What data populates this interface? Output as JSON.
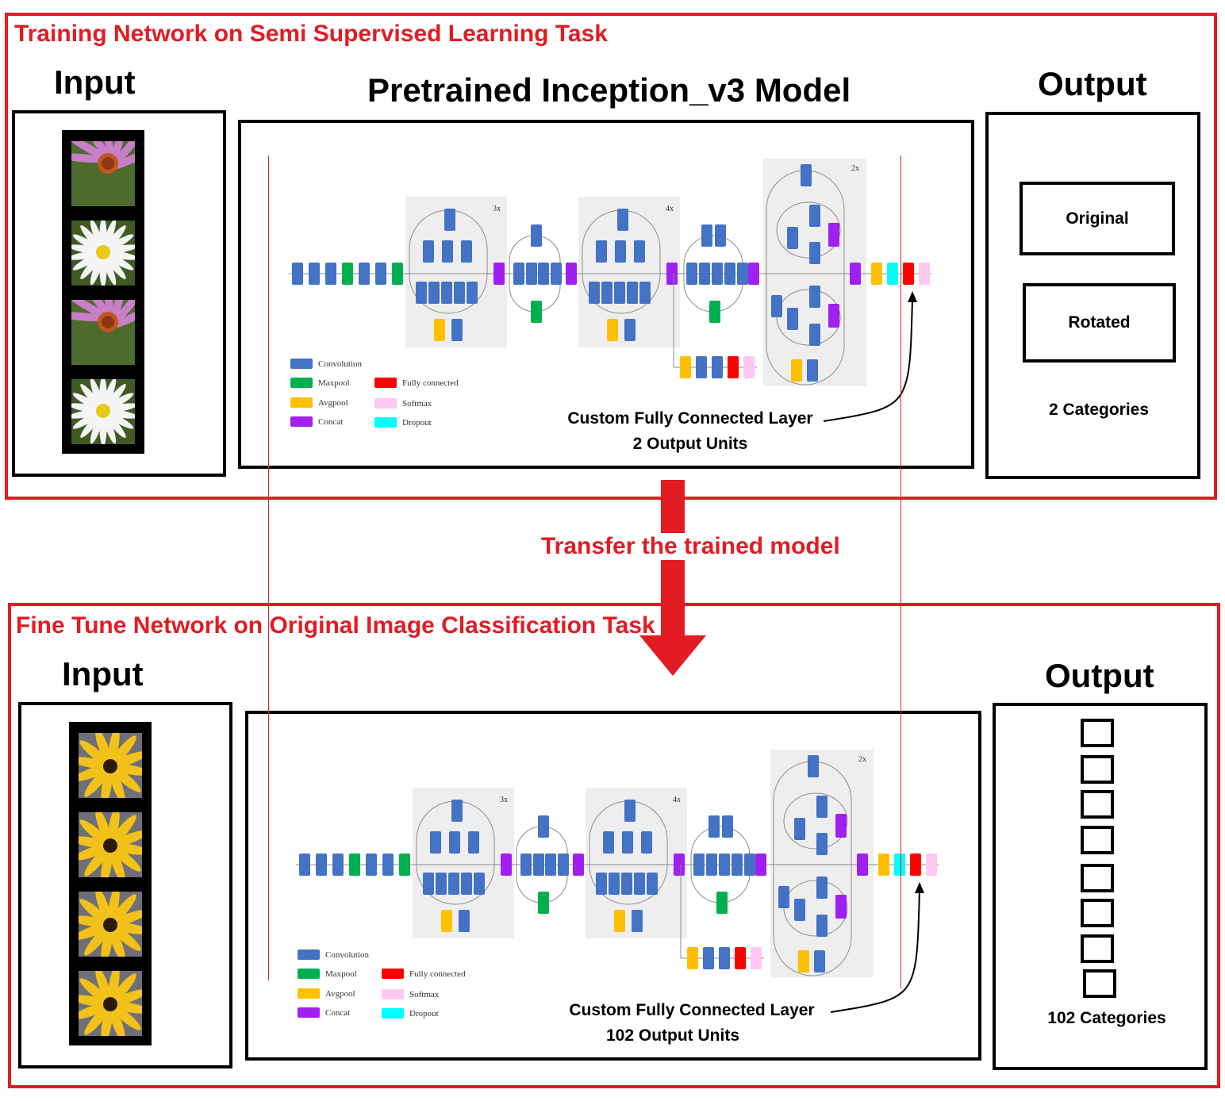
{
  "stage_top": {
    "title": "Training Network on  Semi Supervised Learning Task",
    "input_label": "Input",
    "model_title": "Pretrained Inception_v3 Model",
    "output_label": "Output",
    "output_categories": [
      "Original",
      "Rotated"
    ],
    "category_count": "2 Categories",
    "custom_layer_label": "Custom Fully Connected Layer",
    "custom_layer_units": "2 Output Units",
    "input_images": [
      "purple-coneflower",
      "white-daisy",
      "purple-coneflower",
      "white-daisy"
    ]
  },
  "transfer": {
    "label": "Transfer the trained model"
  },
  "stage_bottom": {
    "title": "Fine Tune Network on Original Image Classification Task",
    "input_label": "Input",
    "output_label": "Output",
    "category_count": "102 Categories",
    "custom_layer_label": "Custom Fully Connected Layer",
    "custom_layer_units": "102 Output Units",
    "input_images": [
      "black-eyed-susan",
      "black-eyed-susan",
      "black-eyed-susan",
      "black-eyed-susan"
    ]
  },
  "network": {
    "repeat_labels": [
      "3x",
      "4x",
      "2x"
    ],
    "legend": [
      {
        "label": "Convolution",
        "color": "#4472c4"
      },
      {
        "label": "Maxpool",
        "color": "#00b050"
      },
      {
        "label": "Avgpool",
        "color": "#ffc000"
      },
      {
        "label": "Concat",
        "color": "#a020f0"
      },
      {
        "label": "Fully connected",
        "color": "#ff0000"
      },
      {
        "label": "Softmax",
        "color": "#ffc8f0"
      },
      {
        "label": "Dropout",
        "color": "#00ffff"
      }
    ]
  },
  "colors": {
    "accent_red": "#e31b23",
    "convolution": "#4472c4",
    "maxpool": "#00b050",
    "avgpool": "#ffc000",
    "concat": "#a020f0",
    "fully_connected": "#ff0000",
    "softmax": "#ffc8f0",
    "dropout": "#00ffff"
  }
}
